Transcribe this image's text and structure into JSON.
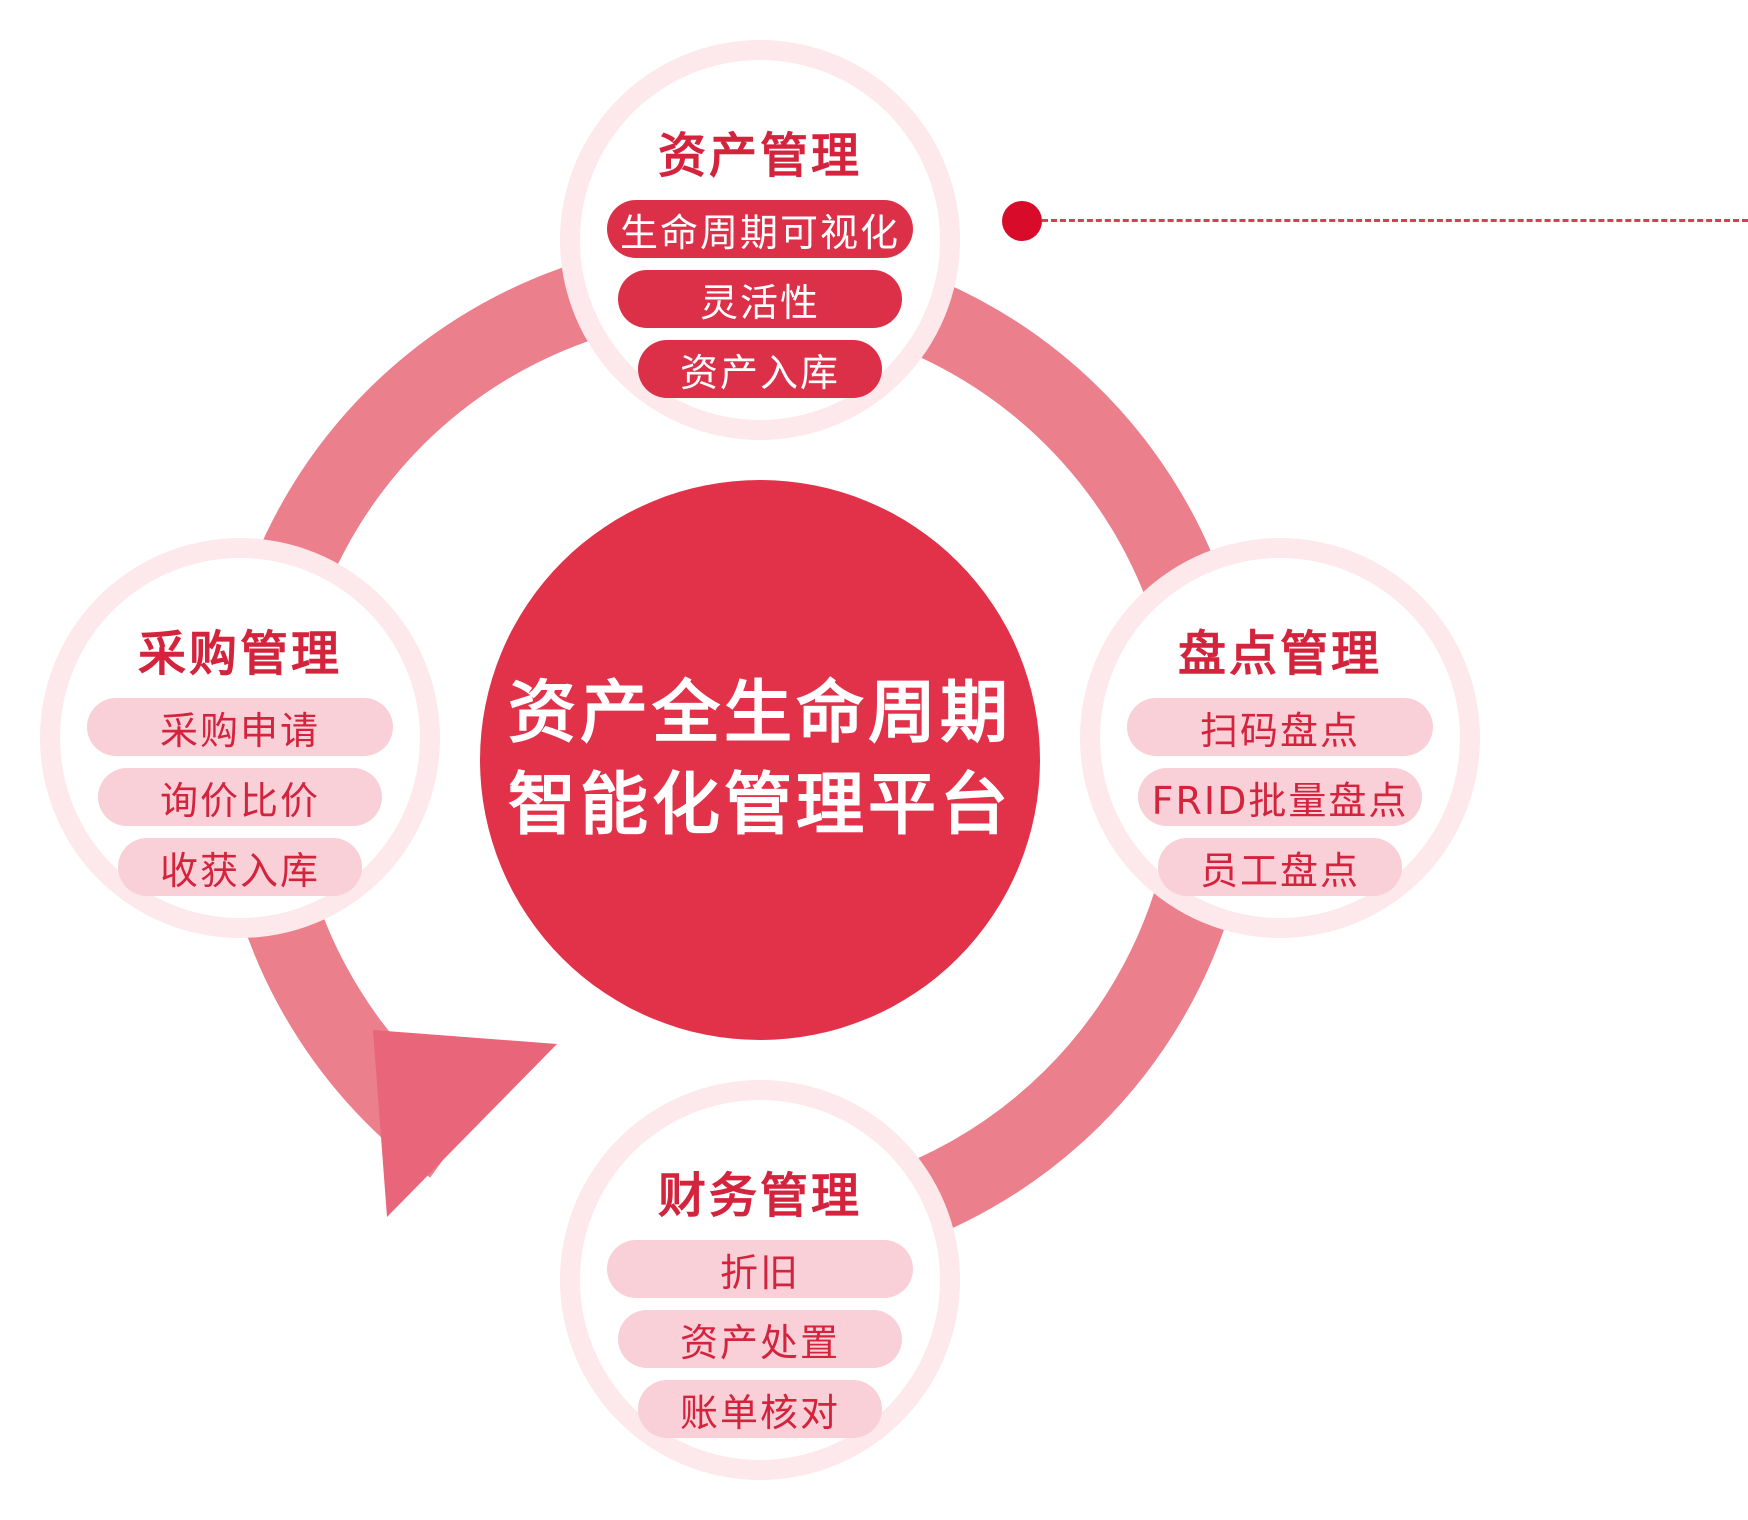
{
  "center": {
    "line1": "资产全生命周期",
    "line2": "智能化管理平台"
  },
  "nodes": {
    "top": {
      "title": "资产管理",
      "items": [
        "生命周期可视化",
        "灵活性",
        "资产入库"
      ],
      "item_style": "dark"
    },
    "left": {
      "title": "采购管理",
      "items": [
        "采购申请",
        "询价比价",
        "收获入库"
      ],
      "item_style": "light"
    },
    "right": {
      "title": "盘点管理",
      "items": [
        "扫码盘点",
        "FRID批量盘点",
        "员工盘点"
      ],
      "item_style": "light"
    },
    "bottom": {
      "title": "财务管理",
      "items": [
        "折旧",
        "资产处置",
        "账单核对"
      ],
      "item_style": "light"
    }
  },
  "colors": {
    "center_fill": "#e1324a",
    "ring": "#eb7f8b",
    "arrow_head": "#e8657a",
    "node_halo": "#fde8ec",
    "title_text": "#d4233c",
    "pill_dark": "#dc3048",
    "pill_light": "#f9d0d8",
    "connector": "#d90b2a"
  }
}
